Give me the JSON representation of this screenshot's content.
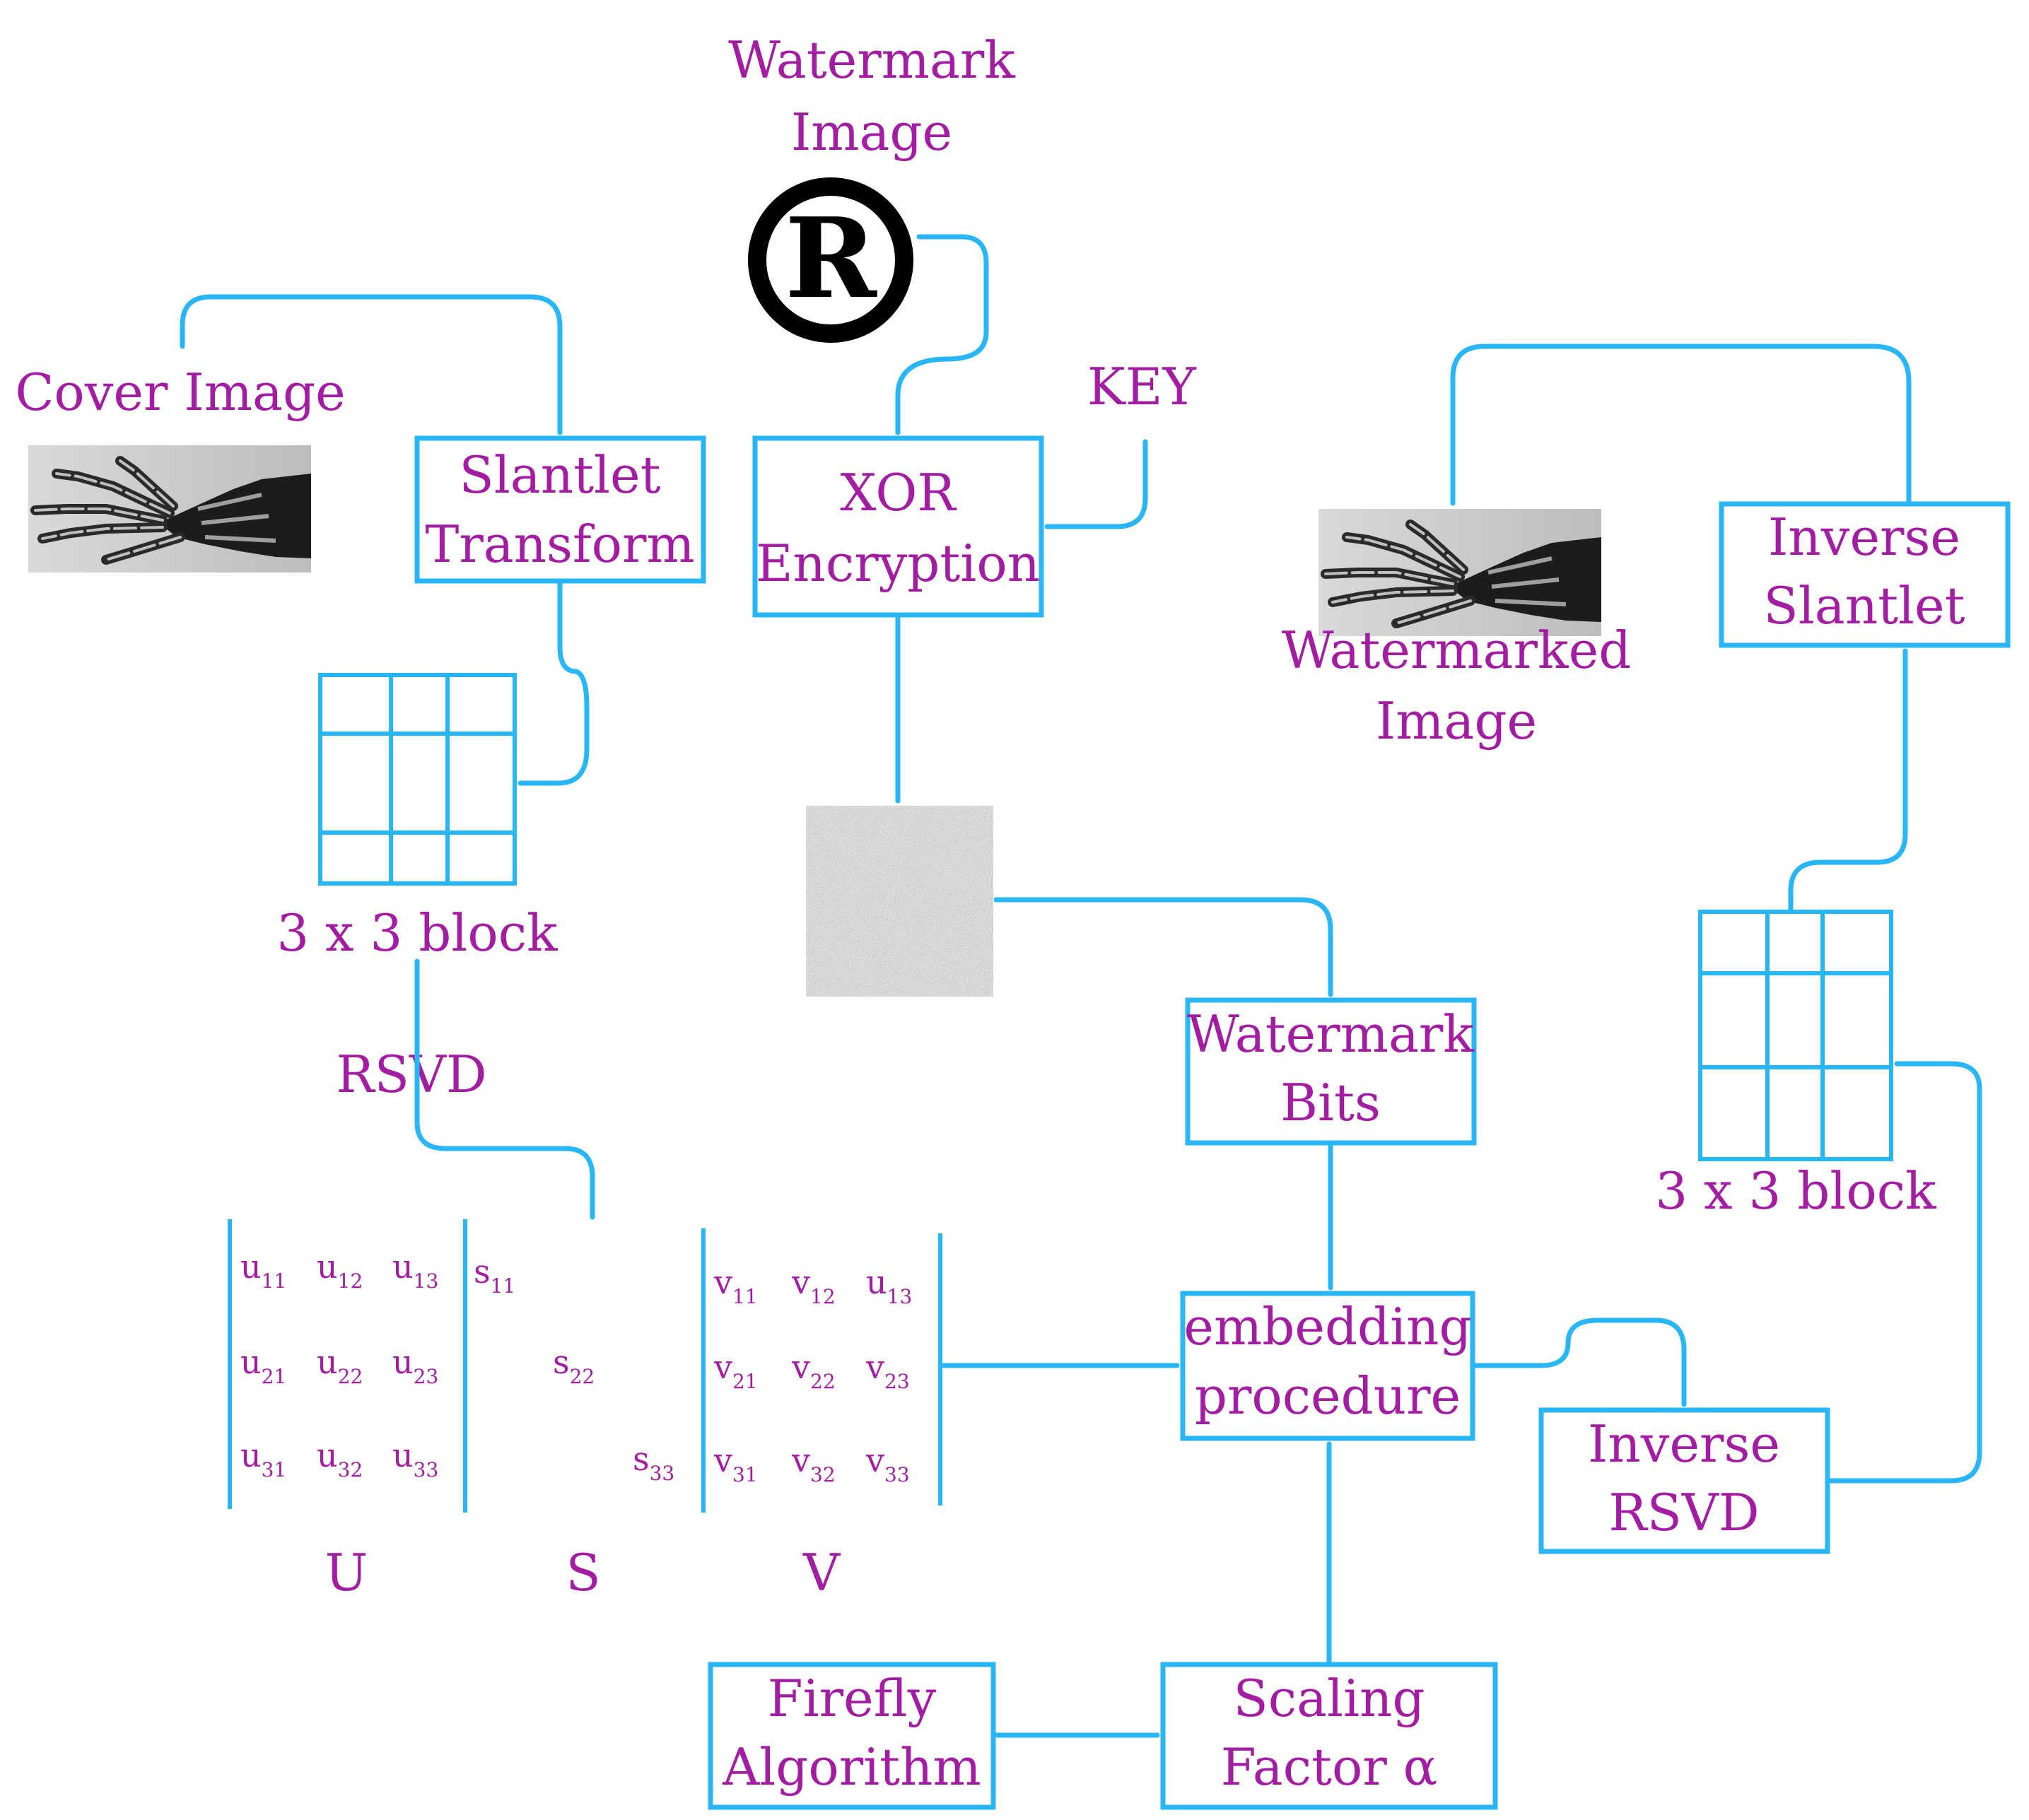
{
  "colors": {
    "accent": "#29b6f6",
    "text": "#a31da3"
  },
  "inputs": {
    "watermark_line1": "Watermark",
    "watermark_line2": "Image",
    "cover": "Cover Image",
    "key": "KEY",
    "registered_glyph": "R"
  },
  "boxes": {
    "slantlet_1": "Slantlet",
    "slantlet_2": "Transform",
    "xor_1": "XOR",
    "xor_2": "Encryption",
    "wmbits_1": "Watermark",
    "wmbits_2": "Bits",
    "embed_1": "embedding",
    "embed_2": "procedure",
    "invrsvd_1": "Inverse",
    "invrsvd_2": "RSVD",
    "invslant_1": "Inverse",
    "invslant_2": "Slantlet",
    "firefly_1": "Firefly",
    "firefly_2": "Algorithm",
    "scaling_1": "Scaling",
    "scaling_2": "Factor α"
  },
  "labels": {
    "block_left": "3 x 3 block",
    "block_right": "3 x 3 block",
    "rsvd": "RSVD",
    "watermarked_1": "Watermarked",
    "watermarked_2": "Image"
  },
  "matrices": {
    "U": {
      "name": "U",
      "rows": [
        [
          [
            "u",
            "11"
          ],
          [
            "u",
            "12"
          ],
          [
            "u",
            "13"
          ]
        ],
        [
          [
            "u",
            "21"
          ],
          [
            "u",
            "22"
          ],
          [
            "u",
            "23"
          ]
        ],
        [
          [
            "u",
            "31"
          ],
          [
            "u",
            "32"
          ],
          [
            "u",
            "33"
          ]
        ]
      ]
    },
    "S": {
      "name": "S",
      "diag": [
        [
          "s",
          "11"
        ],
        [
          "s",
          "22"
        ],
        [
          "s",
          "33"
        ]
      ]
    },
    "V": {
      "name": "V",
      "rows": [
        [
          [
            "v",
            "11"
          ],
          [
            "v",
            "12"
          ],
          [
            "u",
            "13"
          ]
        ],
        [
          [
            "v",
            "21"
          ],
          [
            "v",
            "22"
          ],
          [
            "v",
            "23"
          ]
        ],
        [
          [
            "v",
            "31"
          ],
          [
            "v",
            "32"
          ],
          [
            "v",
            "33"
          ]
        ]
      ]
    }
  }
}
